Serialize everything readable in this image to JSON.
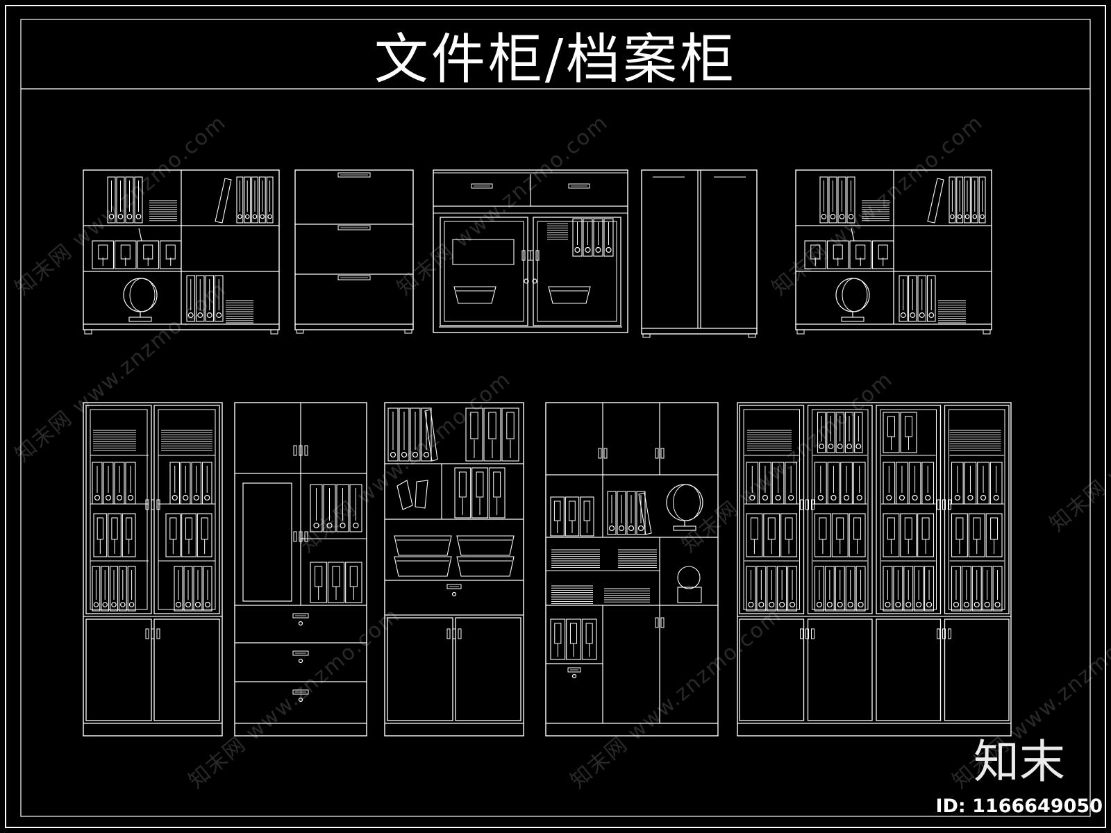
{
  "title": "文件柜/档案柜",
  "brand": "知末",
  "id_label": "ID: 1166649050",
  "watermark_text": "知末网 www.znzmo.com",
  "colors": {
    "background": "#000000",
    "line": "#ffffff"
  }
}
